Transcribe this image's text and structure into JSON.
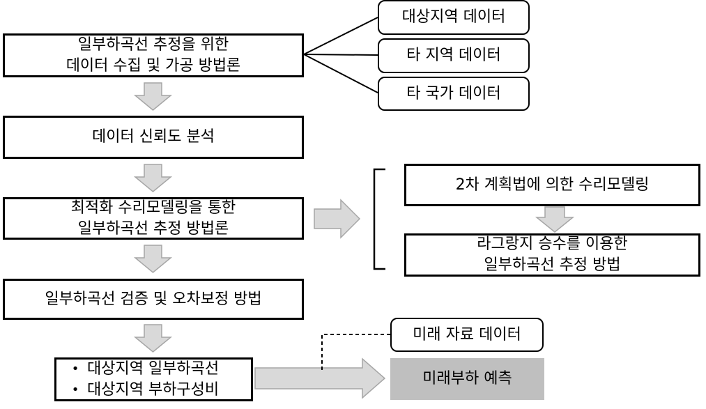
{
  "main_flow": {
    "step1": [
      "일부하곡선 추정을 위한",
      "데이터 수집 및 가공 방법론"
    ],
    "step2": "데이터 신뢰도 분석",
    "step3": [
      "최적화 수리모델링을 통한",
      "일부하곡선 추정 방법론"
    ],
    "step4": "일부하곡선 검증 및 오차보정 방법",
    "step5_bullets": [
      "대상지역 일부하곡선",
      "대상지역 부하구성비"
    ]
  },
  "data_sources": [
    "대상지역 데이터",
    "타 지역 데이터",
    "타 국가 데이터"
  ],
  "modeling": {
    "top": "2차 계획법에 의한 수리모델링",
    "bottom": [
      "라그랑지 승수를 이용한",
      "일부하곡선 추정 방법"
    ]
  },
  "future": {
    "data": "미래 자료 데이터",
    "forecast": "미래부하 예측"
  },
  "colors": {
    "arrow_fill": "#d9d9d9",
    "arrow_stroke": "#a6a6a6",
    "forecast_fill": "#bfbfbf"
  }
}
